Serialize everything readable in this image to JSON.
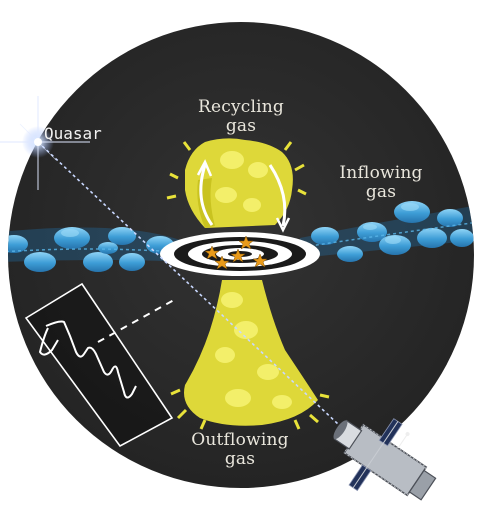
{
  "labels": {
    "quasar": "Quasar",
    "recycling": [
      "Recycling",
      "gas"
    ],
    "inflowing": [
      "Inflowing",
      "gas"
    ],
    "outflowing": [
      "Outflowing",
      "gas"
    ]
  },
  "colors": {
    "background_disk": "#2b2b2b",
    "gas_cloud": "#3f9fd4",
    "gas_cloud_highlight": "#7cc8f0",
    "outflow": "#e8e23a",
    "galaxy_rings": "#ffffff",
    "stars": "#e89a1a",
    "sightline": "#c9d8ff"
  },
  "icons": [
    "quasar-flare-icon",
    "telescope-icon",
    "spectrum-plot-icon"
  ]
}
